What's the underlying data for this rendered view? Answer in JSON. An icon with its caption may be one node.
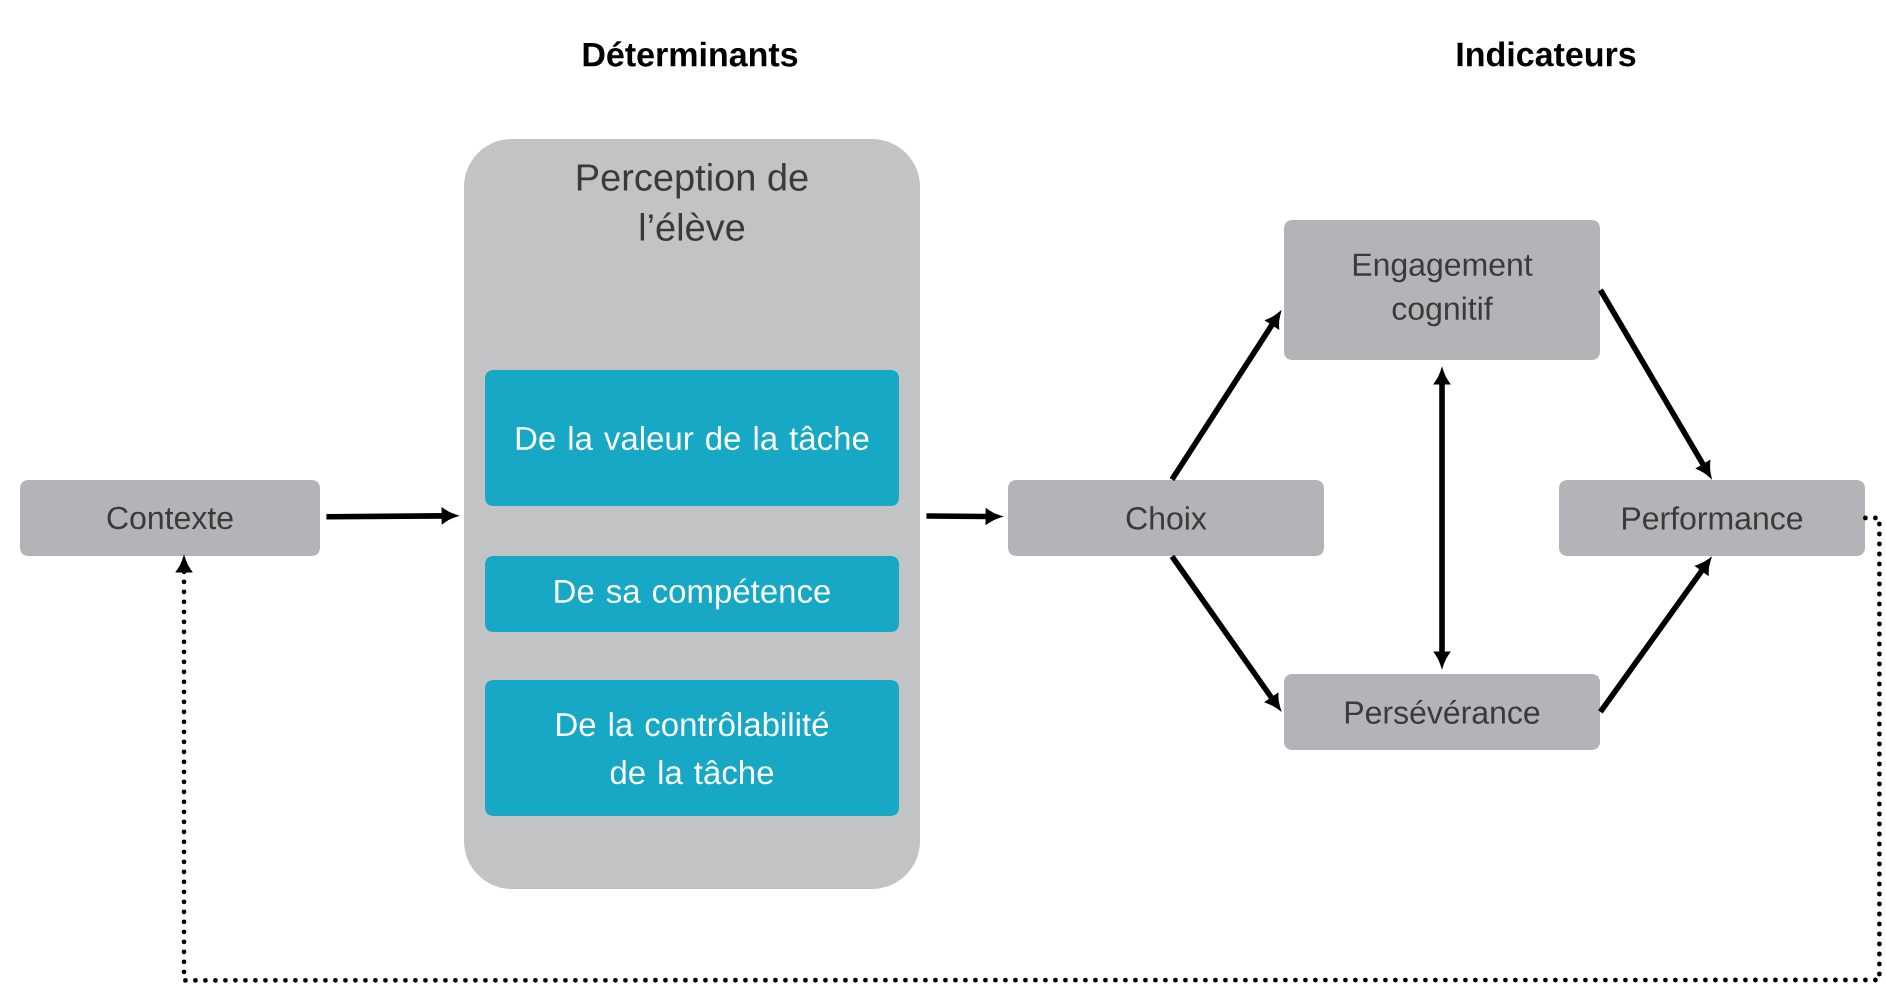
{
  "diagram": {
    "nodes": [
      {
        "text": [
          "Contexte"
        ]
      },
      {
        "text": [
          "Perception de l’élève"
        ]
      },
      {
        "text": [
          "De la valeur de la tâche"
        ],
        "in": 1
      },
      {
        "text": [
          "De sa compétence"
        ],
        "in": 1
      },
      {
        "text": [
          "De la contrôlabilité de la tâche"
        ],
        "in": 1
      },
      {
        "text": [
          "Choix"
        ]
      },
      {
        "text": [
          "Engagement cognitif"
        ]
      },
      {
        "text": [
          "Persévérance"
        ]
      },
      {
        "text": [
          "Performance"
        ]
      }
    ],
    "edges": [
      {
        "from": 0,
        "to": 1,
        "arrow": "to"
      },
      {
        "from": 1,
        "to": 5,
        "arrow": "to"
      },
      {
        "from": 5,
        "to": 6,
        "arrow": "to"
      },
      {
        "from": 5,
        "to": 7,
        "arrow": "to"
      },
      {
        "from": 6,
        "to": 7,
        "arrow": "both"
      },
      {
        "from": 6,
        "to": 8,
        "arrow": "to"
      },
      {
        "from": 7,
        "to": 8,
        "arrow": "to"
      },
      {
        "from": 8,
        "to": 0,
        "arrow": "to",
        "style": "dashed"
      }
    ],
    "labels": [
      "Déterminants",
      "Indicateurs"
    ]
  }
}
